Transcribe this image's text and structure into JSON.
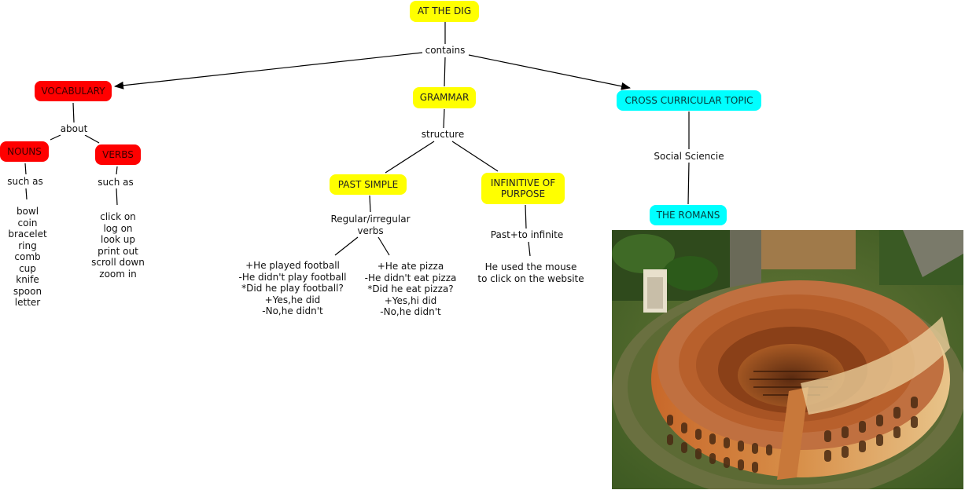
{
  "map": {
    "root": {
      "label": "AT THE DIG",
      "color": "#ffff00"
    },
    "root_link": "contains",
    "vocabulary": {
      "label": "VOCABULARY",
      "color": "#ff0000",
      "link": "about",
      "nouns": {
        "label": "NOUNS",
        "link": "such as",
        "items": [
          "bowl",
          "coin",
          "bracelet",
          "ring",
          "comb",
          "cup",
          "knife",
          "spoon",
          "letter"
        ]
      },
      "verbs": {
        "label": "VERBS",
        "link": "such as",
        "items": [
          "click on",
          "log on",
          "look up",
          "print out",
          "scroll down",
          "zoom in"
        ]
      }
    },
    "grammar": {
      "label": "GRAMMAR",
      "color": "#ffff00",
      "link": "structure",
      "past_simple": {
        "label": "PAST SIMPLE",
        "link_lines": [
          "Regular/irregular",
          "verbs"
        ],
        "regular_examples": [
          "+He played football",
          "-He didn't play football",
          "*Did he play football?",
          "+Yes,he did",
          "-No,he didn't"
        ],
        "irregular_examples": [
          "+He ate pizza",
          "-He didn't eat pizza",
          "*Did he eat pizza?",
          "+Yes,hi did",
          "-No,he didn't"
        ]
      },
      "infinitive": {
        "label_lines": [
          "INFINITIVE OF",
          "PURPOSE"
        ],
        "link": "Past+to infinite",
        "example_lines": [
          "He used the mouse",
          "to click on the website"
        ]
      }
    },
    "cross_curricular": {
      "label": "CROSS CURRICULAR TOPIC",
      "color": "#00ffff",
      "link": "Social Sciencie",
      "romans": {
        "label": "THE ROMANS"
      }
    },
    "image": {
      "subject": "Colosseum aerial photo"
    }
  }
}
